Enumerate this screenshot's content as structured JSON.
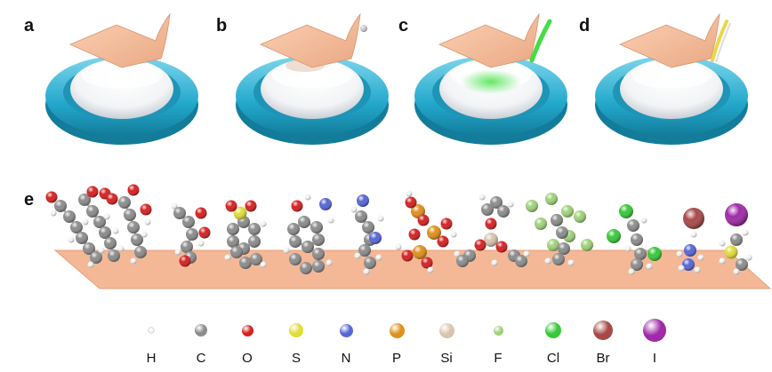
{
  "panels": [
    "a",
    "b",
    "c",
    "d",
    "e"
  ],
  "legend": [
    {
      "symbol": "H",
      "color": "#f4f4f4",
      "size": 6
    },
    {
      "symbol": "C",
      "color": "#8c8c8c",
      "size": 14
    },
    {
      "symbol": "O",
      "color": "#d62020",
      "size": 13
    },
    {
      "symbol": "S",
      "color": "#e2dc3a",
      "size": 16
    },
    {
      "symbol": "N",
      "color": "#5566d6",
      "size": 15
    },
    {
      "symbol": "P",
      "color": "#e0901a",
      "size": 17
    },
    {
      "symbol": "Si",
      "color": "#d8c4b0",
      "size": 17
    },
    {
      "symbol": "F",
      "color": "#9fd27a",
      "size": 11
    },
    {
      "symbol": "Cl",
      "color": "#38c838",
      "size": 18
    },
    {
      "symbol": "Br",
      "color": "#a84848",
      "size": 22
    },
    {
      "symbol": "I",
      "color": "#a02aa8",
      "size": 26
    }
  ],
  "colors": {
    "dish": "#2ab0d0",
    "film": "#f4b896",
    "plate": "#f4b896",
    "highlight_c": "#44dd44",
    "highlight_d": "#e8d84a"
  }
}
